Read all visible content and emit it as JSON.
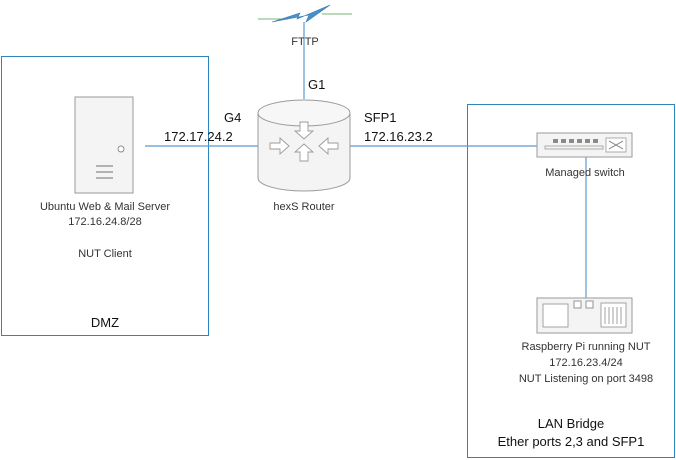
{
  "internet": {
    "label": "FTTP"
  },
  "router": {
    "label": "hexS Router",
    "ports": {
      "wan": "G1",
      "dmz": "G4",
      "lan": "SFP1"
    },
    "dmz_ip": "172.17.24.2",
    "lan_ip": "172.16.23.2"
  },
  "dmz": {
    "label": "DMZ",
    "server": {
      "name": "Ubuntu Web & Mail Server",
      "ip": "172.16.24.8/28",
      "role": "NUT Client"
    }
  },
  "lan": {
    "label_line1": "LAN Bridge",
    "label_line2": "Ether ports 2,3 and SFP1",
    "switch": {
      "name": "Managed switch"
    },
    "pi": {
      "name": "Raspberry Pi running NUT",
      "ip": "172.16.23.4/24",
      "note": "NUT Listening on port 3498"
    }
  },
  "colors": {
    "zone_border": "#2e86c1",
    "link": "#5a9bd5",
    "device_stroke": "#9a9a9a",
    "device_fill": "#f4f4f4",
    "lightning": "#4a90c8"
  }
}
